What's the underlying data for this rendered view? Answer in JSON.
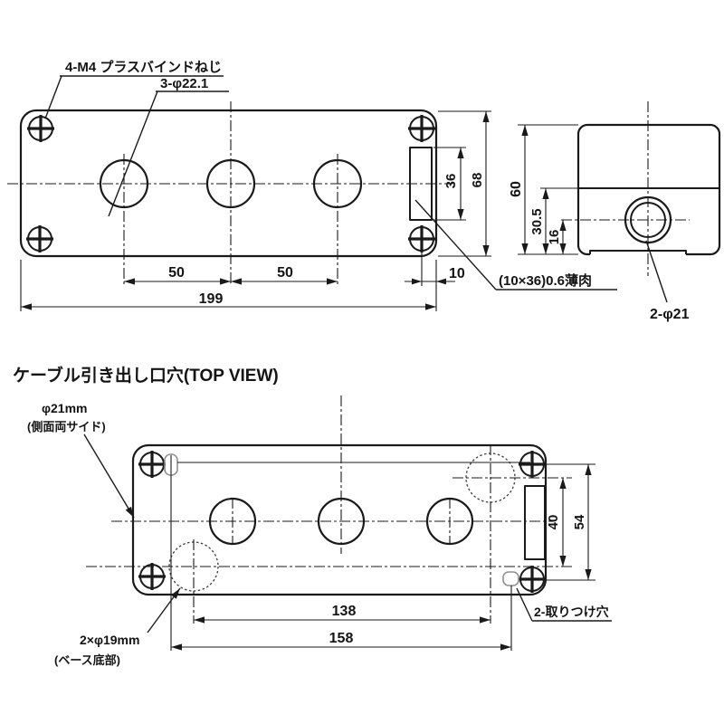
{
  "front": {
    "screw_label": "4-M4 プラスバインドねじ",
    "hole_label": "3-φ22.1",
    "dim_slot_height": "36",
    "dim_height": "68",
    "dim_pitch_left": "50",
    "dim_pitch_right": "50",
    "dim_slot_offset": "10",
    "dim_width": "199",
    "knockout_label": "(10×36)0.6薄肉"
  },
  "side": {
    "dim_height": "60",
    "dim_base": "30.5",
    "dim_hole_center": "16",
    "hole_label": "2-φ21"
  },
  "top": {
    "title": "ケーブル引き出し口穴(TOP VIEW)",
    "side_hole_label": "φ21mm",
    "side_hole_note": "(側面両サイド)",
    "base_hole_label": "2×φ19mm",
    "base_hole_note": "(ベース底部)",
    "mount_hole_label": "2-取りつけ穴",
    "dim_base_pitch": "138",
    "dim_mount_pitch": "158",
    "dim_base_offset": "40",
    "dim_screw_pitch": "54"
  }
}
